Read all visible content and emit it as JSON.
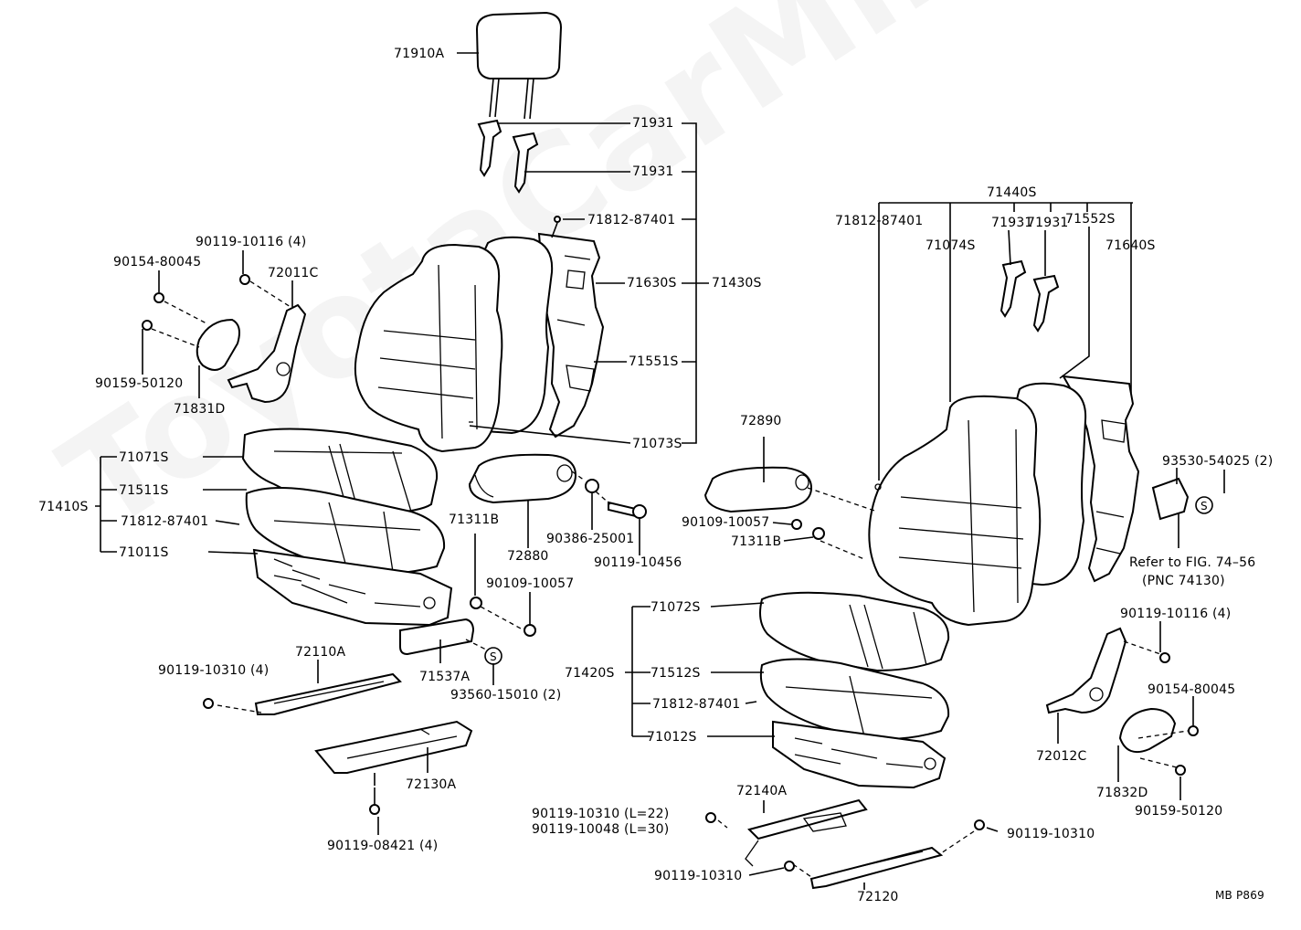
{
  "watermark": "ToyotaCarMine.ru",
  "drawing_code": "MB P869",
  "callouts": {
    "c71910A": "71910A",
    "c71931_a": "71931",
    "c71931_b": "71931",
    "c71812_87401_a": "71812-87401",
    "c71630S": "71630S",
    "c71430S": "71430S",
    "c71551S": "71551S",
    "c71073S": "71073S",
    "c90119_10116_a": "90119-10116 (4)",
    "c90154_80045_a": "90154-80045",
    "c72011C": "72011C",
    "c90159_50120_a": "90159-50120",
    "c71831D": "71831D",
    "c71071S": "71071S",
    "c71511S": "71511S",
    "c71410S": "71410S",
    "c71812_87401_b": "71812-87401",
    "c71011S": "71011S",
    "c72880": "72880",
    "c90386_25001": "90386-25001",
    "c90119_10456": "90119-10456",
    "c71311B_a": "71311B",
    "c90109_10057_a": "90109-10057",
    "c71537A": "71537A",
    "c93560_15010": "93560-15010 (2)",
    "c72110A": "72110A",
    "c90119_10310_a": "90119-10310 (4)",
    "c72130A": "72130A",
    "c90119_08421": "90119-08421 (4)",
    "c71440S": "71440S",
    "c71812_87401_c": "71812-87401",
    "c71074S": "71074S",
    "c71931_c": "71931",
    "c71931_d": "71931",
    "c71552S": "71552S",
    "c71640S": "71640S",
    "c72890": "72890",
    "c90109_10057_b": "90109-10057",
    "c71311B_b": "71311B",
    "c93530_54025": "93530-54025 (2)",
    "c_refer_1": "Refer to FIG. 74–56",
    "c_refer_2": "(PNC 74130)",
    "c71072S": "71072S",
    "c71420S": "71420S",
    "c71512S": "71512S",
    "c71812_87401_d": "71812-87401",
    "c71012S": "71012S",
    "c90119_10116_b": "90119-10116 (4)",
    "c90154_80045_b": "90154-80045",
    "c72012C": "72012C",
    "c71832D": "71832D",
    "c90159_50120_b": "90159-50120",
    "c72140A": "72140A",
    "c90119_10310_l22": "90119-10310 (L=22)",
    "c90119_10048_l30": "90119-10048 (L=30)",
    "c90119_10310_b": "90119-10310",
    "c90119_10310_c": "90119-10310",
    "c72120": "72120",
    "s_mark_1": "S",
    "s_mark_2": "S"
  }
}
